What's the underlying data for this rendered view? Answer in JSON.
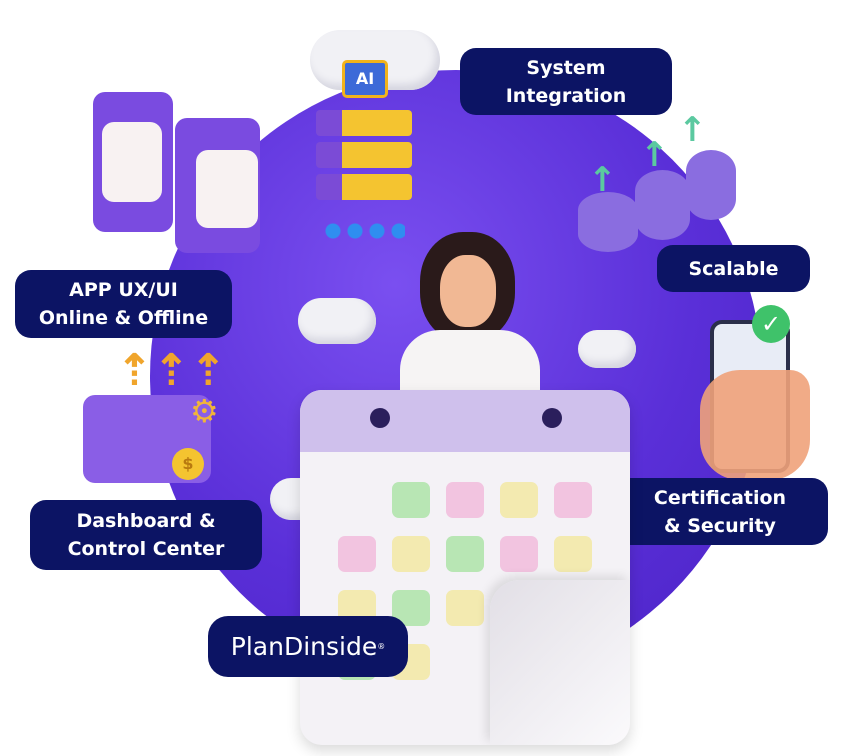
{
  "labels": {
    "system_integration": [
      "System",
      "Integration"
    ],
    "scalable": "Scalable",
    "app_ux": [
      "APP UX/UI",
      "Online & Offline"
    ],
    "certification": [
      "Certification",
      "& Security"
    ],
    "dashboard": [
      "Dashboard &",
      "Control Center"
    ]
  },
  "logo": {
    "text": "PlanDinside",
    "mark": "®"
  },
  "icons": {
    "ai_chip": "AI"
  },
  "colors": {
    "label_bg": "#0c1464",
    "circle": "#5a2fd8"
  }
}
